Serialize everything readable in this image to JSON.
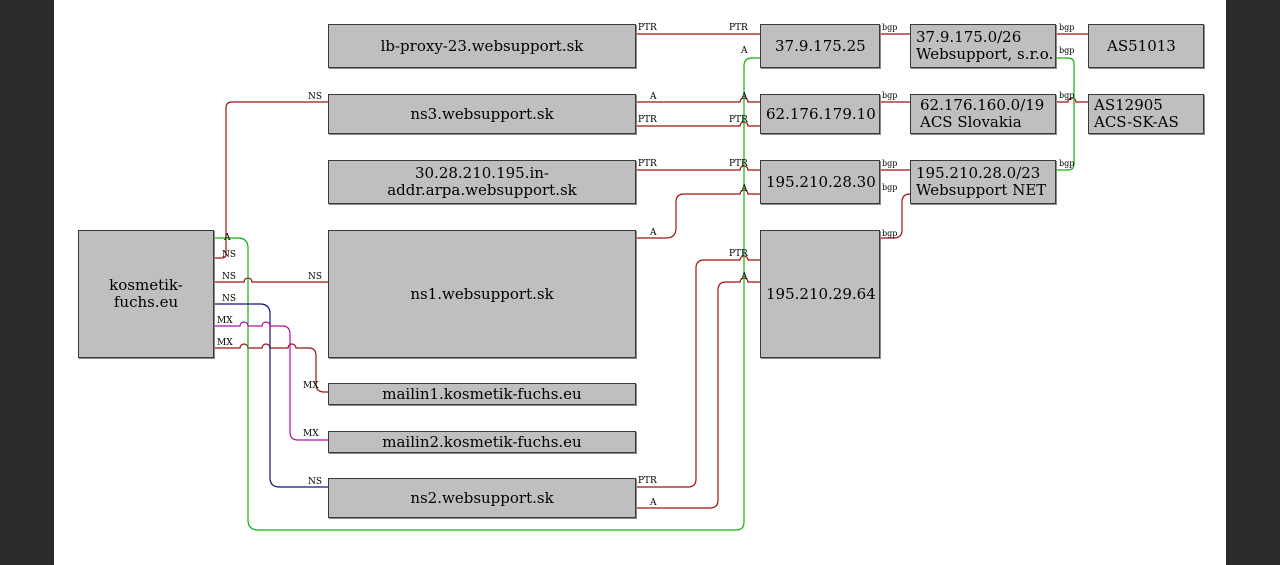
{
  "graph": {
    "domain": "kosmetik-fuchs.eu",
    "hostnames": {
      "lb_proxy": "lb-proxy-23.websupport.sk",
      "ns3": "ns3.websupport.sk",
      "rdns": "30.28.210.195.in-addr.arpa.websupport.sk",
      "ns1": "ns1.websupport.sk",
      "mailin1": "mailin1.kosmetik-fuchs.eu",
      "mailin2": "mailin2.kosmetik-fuchs.eu",
      "ns2": "ns2.websupport.sk"
    },
    "ips": {
      "ip1": "37.9.175.25",
      "ip2": "62.176.179.10",
      "ip3": "195.210.28.30",
      "ip4": "195.210.29.64"
    },
    "prefixes": {
      "p1": {
        "net": "37.9.175.0/26",
        "org": "Websupport, s.r.o."
      },
      "p2": {
        "net": "62.176.160.0/19",
        "org": "ACS Slovakia"
      },
      "p3": {
        "net": "195.210.28.0/23",
        "org": "Websupport NET"
      }
    },
    "asns": {
      "as1": {
        "num": "AS51013"
      },
      "as2": {
        "num": "AS12905",
        "name": "ACS-SK-AS"
      }
    },
    "edge_labels": {
      "ns": "NS",
      "a": "A",
      "mx": "MX",
      "ptr": "PTR",
      "bgp": "bgp"
    },
    "colors": {
      "red": "#a01010",
      "green": "#10b010",
      "blue": "#101080",
      "magenta": "#b010a0",
      "node_fill": "#c0bec0"
    }
  }
}
